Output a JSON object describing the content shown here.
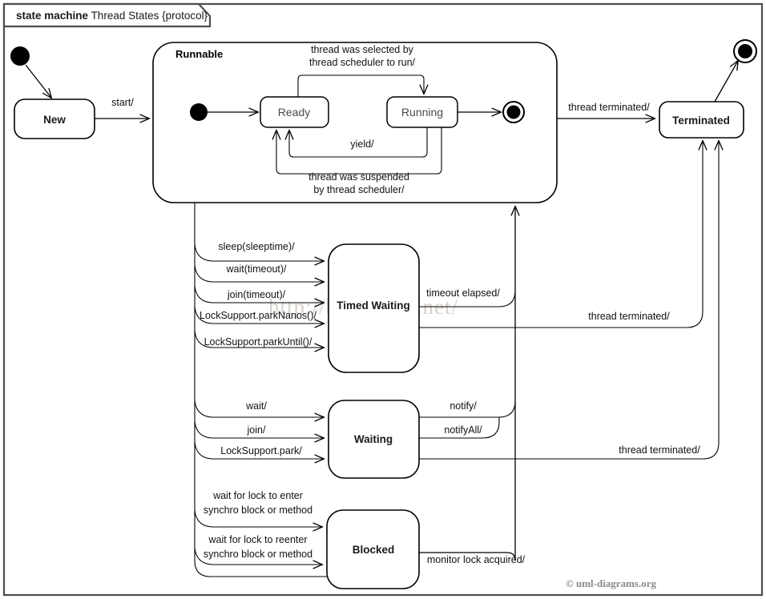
{
  "frame": {
    "keyword": "state machine",
    "title": "Thread States {protocol}"
  },
  "watermark": "http://blog.csdn.net/",
  "copyright": "© uml-diagrams.org",
  "states": {
    "new": "New",
    "runnable": "Runnable",
    "ready": "Ready",
    "running": "Running",
    "terminated": "Terminated",
    "timed_waiting": "Timed Waiting",
    "waiting": "Waiting",
    "blocked": "Blocked"
  },
  "transitions": {
    "start": "start/",
    "selected_by_scheduler_l1": "thread was selected by",
    "selected_by_scheduler_l2": "thread scheduler to run/",
    "yield": "yield/",
    "suspended_l1": "thread was suspended",
    "suspended_l2": "by thread scheduler/",
    "thread_terminated_main": "thread terminated/",
    "thread_terminated_timed": "thread terminated/",
    "thread_terminated_waiting": "thread terminated/",
    "sleep": "sleep(sleeptime)/",
    "wait_timeout": "wait(timeout)/",
    "join_timeout": "join(timeout)/",
    "park_nanos": "LockSupport.parkNanos()/",
    "park_until": "LockSupport.parkUntil()/",
    "timeout_elapsed": "timeout elapsed/",
    "wait": "wait/",
    "join": "join/",
    "park": "LockSupport.park/",
    "notify": "notify/",
    "notify_all": "notifyAll/",
    "lock_enter_l1": "wait for lock to enter",
    "lock_enter_l2": "synchro block or method",
    "lock_reenter_l1": "wait for lock to reenter",
    "lock_reenter_l2": "synchro block or method",
    "monitor_acquired": "monitor lock acquired/"
  },
  "colors": {
    "frame": "#4d4d4d",
    "stroke": "#000000",
    "background": "#ffffff",
    "watermark": "#d8d2cc",
    "copyright": "#8a8a8a"
  }
}
